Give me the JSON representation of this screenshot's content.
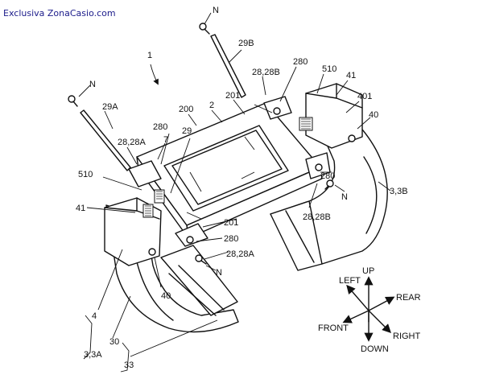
{
  "watermark": "Exclusiva ZonaCasio.com",
  "figure_number": "1",
  "labels": {
    "n_top": "N",
    "pin_29b": "29B",
    "pin_29a": "29A",
    "n_left": "N",
    "hinge_28b_top": "28,28B",
    "part_280_top": "280",
    "part_510_right": "510",
    "part_41_right": "41",
    "part_401": "401",
    "part_40_right": "40",
    "part_200": "200",
    "part_2": "2",
    "part_201_top": "201",
    "hinge_28a_left": "28,28A",
    "part_7": "7",
    "part_280_left": "280",
    "part_29": "29",
    "part_510_left": "510",
    "part_280_mid": "280",
    "n_mid_right": "N",
    "band_3b": "3,3B",
    "part_41_left": "41",
    "part_201_bottom": "201",
    "hinge_28b_bottom": "28,28B",
    "part_280_bottom": "280",
    "hinge_28a_bottom": "28,28A",
    "n_bottom": "N",
    "part_40_left": "40",
    "part_4": "4",
    "part_30": "30",
    "band_3a": "3,3A",
    "part_33": "33"
  },
  "directions": {
    "up": "UP",
    "left": "LEFT",
    "rear": "REAR",
    "front": "FRONT",
    "right": "RIGHT",
    "down": "DOWN"
  }
}
